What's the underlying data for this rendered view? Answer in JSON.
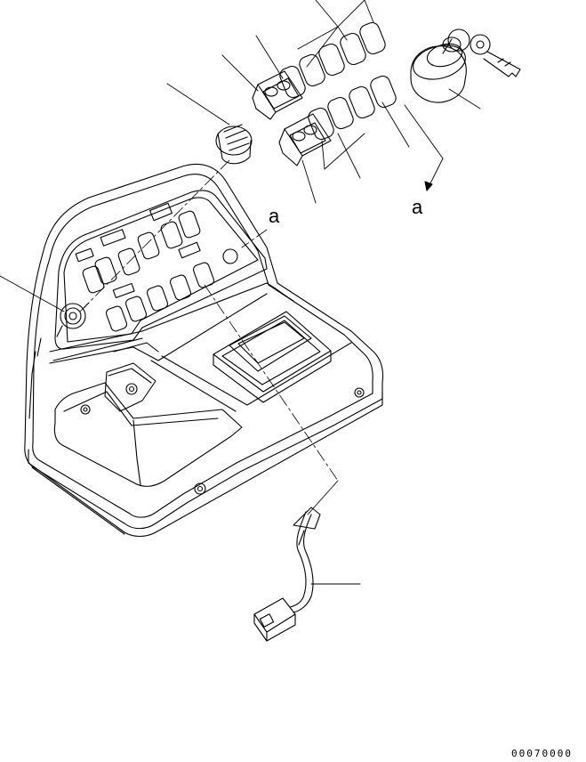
{
  "diagram": {
    "callout_letter": "a",
    "callout_letter_panel": "a",
    "document_number": "00070000",
    "panel_placard_labels": [
      "",
      "",
      "",
      "",
      ""
    ]
  },
  "colors": {
    "line": "#000000",
    "background": "#ffffff"
  }
}
